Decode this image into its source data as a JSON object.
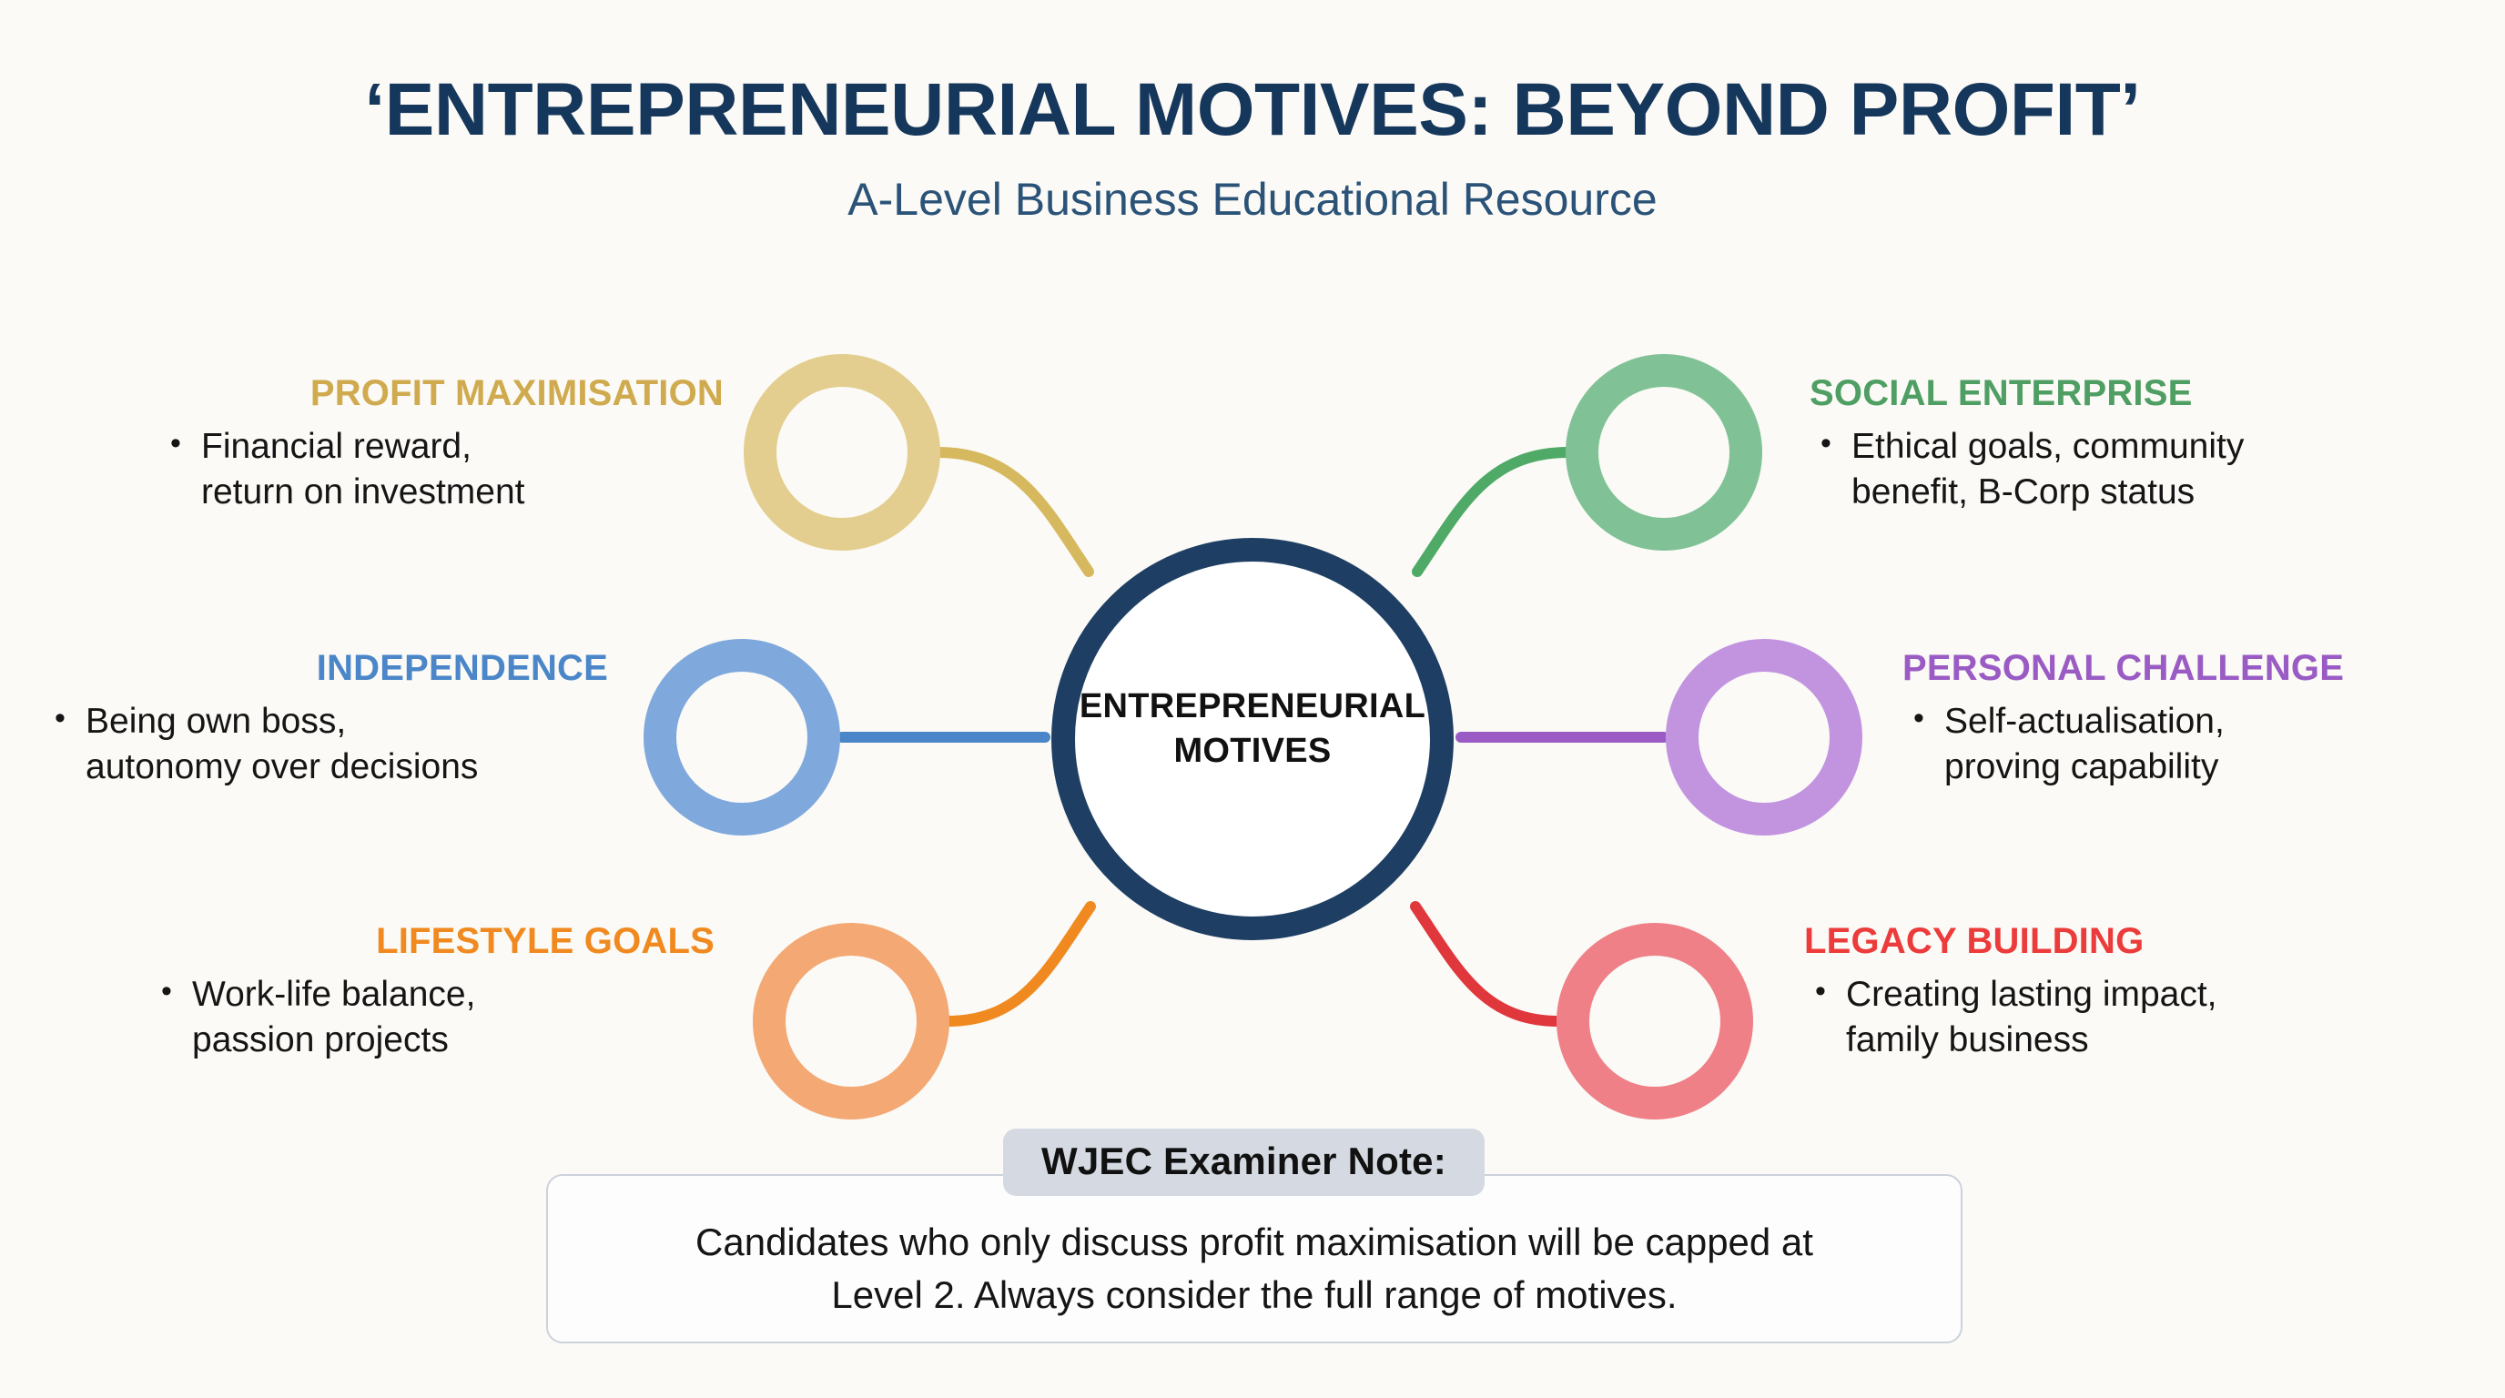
{
  "header": {
    "title": "‘ENTREPRENEURIAL MOTIVES: BEYOND PROFIT’",
    "subtitle": "A-Level Business Educational Resource",
    "title_color": "#16375c",
    "subtitle_color": "#2b5378"
  },
  "hub": {
    "line1": "ENTREPRENEURIAL",
    "line2": "MOTIVES",
    "ring_color": "#1e3f63"
  },
  "nodes": [
    {
      "id": "profit-maximisation",
      "title": "PROFIT MAXIMISATION",
      "desc_line1": "Financial reward,",
      "desc_line2": "return on investment",
      "bullet": "•",
      "side": "left",
      "ring_color": "#e3ce8f",
      "title_color": "#d0aa4e",
      "connector_color": "#d6b95f"
    },
    {
      "id": "social-enterprise",
      "title": "SOCIAL ENTERPRISE",
      "desc_line1": "Ethical goals, community",
      "desc_line2": "benefit, B-Corp status",
      "bullet": "•",
      "side": "right",
      "ring_color": "#80c295",
      "title_color": "#4f9e63",
      "connector_color": "#4eaa66"
    },
    {
      "id": "independence",
      "title": "INDEPENDENCE",
      "desc_line1": "Being own boss,",
      "desc_line2": "autonomy over decisions",
      "bullet": "•",
      "side": "left",
      "ring_color": "#7fa9dc",
      "title_color": "#4a86c8",
      "connector_color": "#4a86c8"
    },
    {
      "id": "personal-challenge",
      "title": "PERSONAL CHALLENGE",
      "desc_line1": "Self-actualisation,",
      "desc_line2": "proving capability",
      "bullet": "•",
      "side": "right",
      "ring_color": "#c294e0",
      "title_color": "#9a5cc4",
      "connector_color": "#9a5cc4"
    },
    {
      "id": "lifestyle-goals",
      "title": "LIFESTYLE GOALS",
      "desc_line1": "Work-life balance,",
      "desc_line2": "passion projects",
      "bullet": "•",
      "side": "left",
      "ring_color": "#f4a873",
      "title_color": "#f08a20",
      "connector_color": "#f08a20"
    },
    {
      "id": "legacy-building",
      "title": "LEGACY BUILDING",
      "desc_line1": "Creating lasting impact,",
      "desc_line2": "family business",
      "bullet": "•",
      "side": "right",
      "ring_color": "#ef8088",
      "title_color": "#ec3b3b",
      "connector_color": "#e0373d"
    }
  ],
  "note": {
    "badge": "WJEC Examiner Note:",
    "line1": "Candidates who only discuss profit maximisation will be capped at",
    "line2": "Level 2. Always consider the full range of motives.",
    "badge_bg": "#d5dae2"
  }
}
